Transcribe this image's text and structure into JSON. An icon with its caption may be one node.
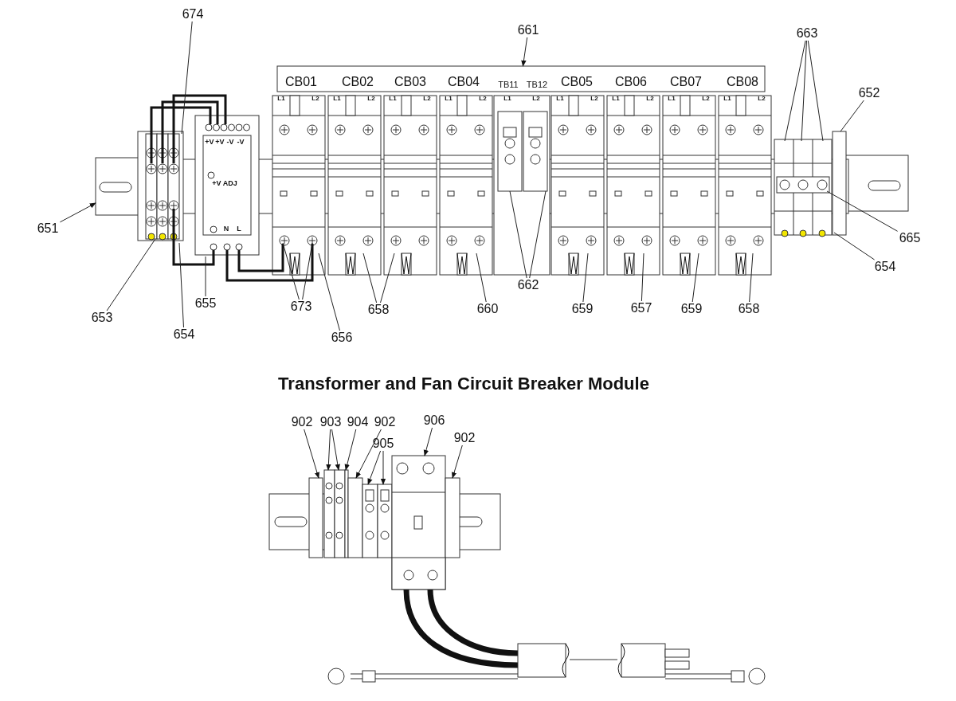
{
  "diagram": {
    "title": "Transformer and Fan Circuit Breaker Module",
    "nodes": [
      {
        "text": [
          "674"
        ]
      },
      {
        "text": [
          "661"
        ]
      },
      {
        "text": [
          "663"
        ]
      },
      {
        "text": [
          "652"
        ]
      },
      {
        "text": [
          "651"
        ]
      },
      {
        "text": [
          "665"
        ]
      },
      {
        "text": [
          "654"
        ]
      },
      {
        "text": [
          "662"
        ]
      },
      {
        "text": [
          "655"
        ]
      },
      {
        "text": [
          "673"
        ]
      },
      {
        "text": [
          "658"
        ]
      },
      {
        "text": [
          "660"
        ]
      },
      {
        "text": [
          "659"
        ]
      },
      {
        "text": [
          "657"
        ]
      },
      {
        "text": [
          "659"
        ]
      },
      {
        "text": [
          "658"
        ]
      },
      {
        "text": [
          "653"
        ]
      },
      {
        "text": [
          "654"
        ]
      },
      {
        "text": [
          "656"
        ]
      },
      {
        "text": [
          "902"
        ]
      },
      {
        "text": [
          "903"
        ]
      },
      {
        "text": [
          "904"
        ]
      },
      {
        "text": [
          "902"
        ]
      },
      {
        "text": [
          "906"
        ]
      },
      {
        "text": [
          "905"
        ]
      },
      {
        "text": [
          "902"
        ]
      },
      {
        "text": [],
        "shape": "box"
      }
    ],
    "edges": [
      {
        "from": 0,
        "to": null,
        "arrow": "none"
      },
      {
        "from": 1,
        "to": 26,
        "arrow": "to"
      },
      {
        "from": 2,
        "to": null,
        "arrow": "none"
      },
      {
        "from": 2,
        "to": null,
        "arrow": "none"
      },
      {
        "from": 2,
        "to": null,
        "arrow": "none"
      },
      {
        "from": 3,
        "to": null,
        "arrow": "none"
      },
      {
        "from": 4,
        "to": null,
        "arrow": "to"
      },
      {
        "from": 5,
        "to": null,
        "arrow": "none"
      },
      {
        "from": 6,
        "to": null,
        "arrow": "none"
      },
      {
        "from": 7,
        "to": null,
        "arrow": "none"
      },
      {
        "from": 7,
        "to": null,
        "arrow": "none"
      },
      {
        "from": 8,
        "to": null,
        "arrow": "none"
      },
      {
        "from": 9,
        "to": null,
        "arrow": "none"
      },
      {
        "from": 9,
        "to": null,
        "arrow": "none"
      },
      {
        "from": 10,
        "to": null,
        "arrow": "none"
      },
      {
        "from": 10,
        "to": null,
        "arrow": "none"
      },
      {
        "from": 11,
        "to": null,
        "arrow": "none"
      },
      {
        "from": 12,
        "to": null,
        "arrow": "none"
      },
      {
        "from": 13,
        "to": null,
        "arrow": "none"
      },
      {
        "from": 14,
        "to": null,
        "arrow": "none"
      },
      {
        "from": 15,
        "to": null,
        "arrow": "none"
      },
      {
        "from": 16,
        "to": null,
        "arrow": "none"
      },
      {
        "from": 17,
        "to": null,
        "arrow": "none"
      },
      {
        "from": 18,
        "to": null,
        "arrow": "none"
      },
      {
        "from": 19,
        "to": null,
        "arrow": "to"
      },
      {
        "from": 20,
        "to": null,
        "arrow": "to"
      },
      {
        "from": 20,
        "to": null,
        "arrow": "to"
      },
      {
        "from": 21,
        "to": null,
        "arrow": "to"
      },
      {
        "from": 22,
        "to": null,
        "arrow": "to"
      },
      {
        "from": 23,
        "to": null,
        "arrow": "to"
      },
      {
        "from": 24,
        "to": null,
        "arrow": "to"
      },
      {
        "from": 24,
        "to": null,
        "arrow": "to"
      },
      {
        "from": 25,
        "to": null,
        "arrow": "to"
      }
    ],
    "labels": [
      "CB01",
      "CB02",
      "CB03",
      "CB04",
      "TB11",
      "TB12",
      "CB05",
      "CB06",
      "CB07",
      "CB08",
      "L1",
      "L2",
      "L1",
      "L2",
      "L1",
      "L2",
      "L1",
      "L2",
      "L1",
      "L2",
      "L1",
      "L2",
      "L1",
      "L2",
      "L1",
      "L2",
      "L1",
      "L2",
      "+V",
      "+V",
      "-V",
      "-V",
      "+V ADJ",
      "N",
      "L"
    ]
  }
}
